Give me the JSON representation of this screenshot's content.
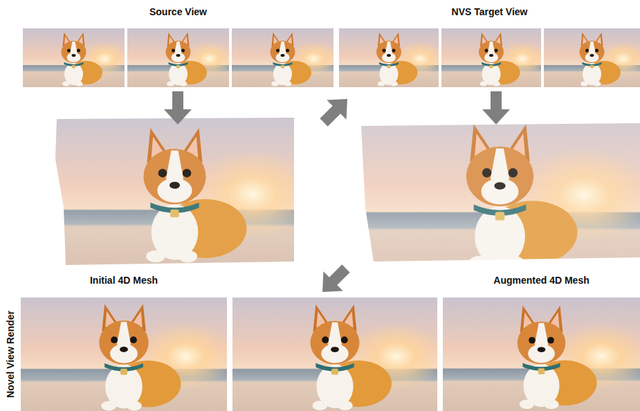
{
  "diagram": {
    "nodes": [
      {
        "text": [
          "Source View"
        ]
      },
      {
        "text": [
          "NVS Target View"
        ]
      },
      {
        "text": [
          "Initial 4D Mesh"
        ]
      },
      {
        "text": [
          "Augmented 4D Mesh"
        ]
      }
    ],
    "labels": [
      "Novel View Render"
    ]
  }
}
